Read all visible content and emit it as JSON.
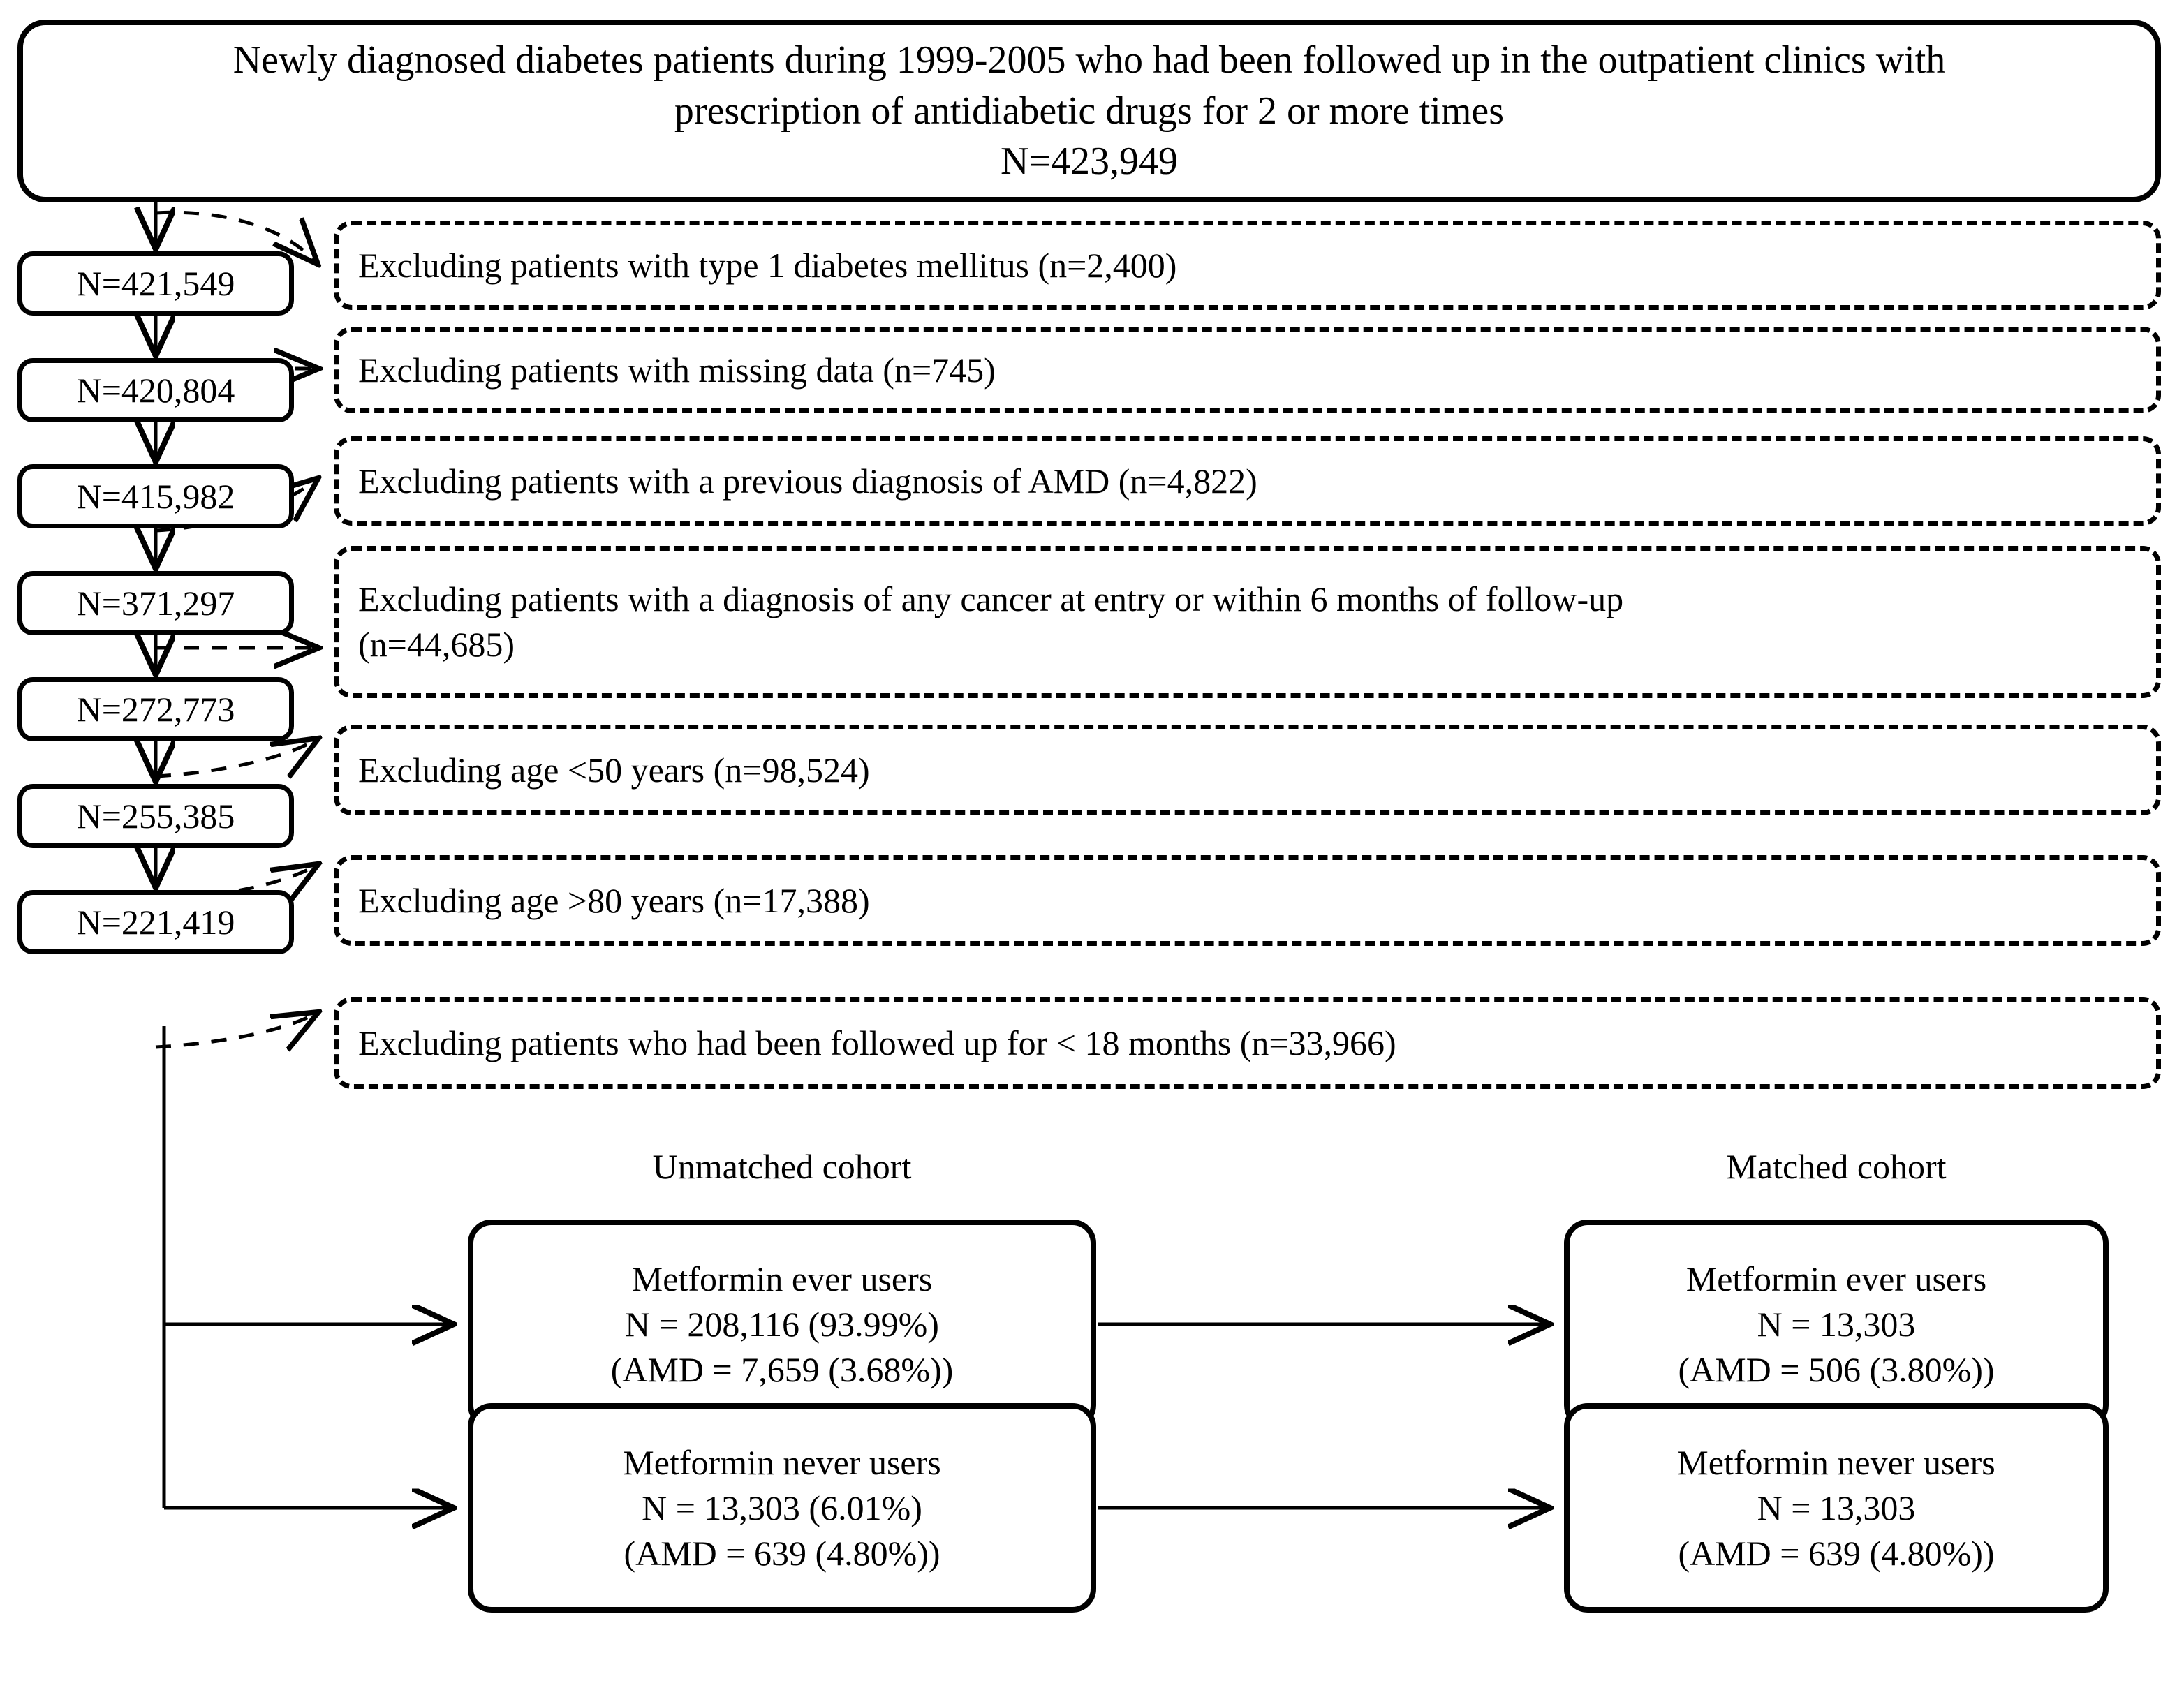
{
  "header": {
    "line1": "Newly diagnosed diabetes patients during 1999-2005  who had been followed up in the outpatient clinics with",
    "line2": "prescription of antidiabetic  drugs for 2 or more times",
    "line3": "N=423,949"
  },
  "counts": [
    {
      "label": "N=421,549"
    },
    {
      "label": "N=420,804"
    },
    {
      "label": "N=415,982"
    },
    {
      "label": "N=371,297"
    },
    {
      "label": "N=272,773"
    },
    {
      "label": "N=255,385"
    },
    {
      "label": "N=221,419"
    }
  ],
  "exclusions": [
    {
      "line1": "Excluding patients with type 1 diabetes mellitus  (n=2,400)",
      "line2": ""
    },
    {
      "line1": "Excluding patients with missing data (n=745)",
      "line2": ""
    },
    {
      "line1": "Excluding patients with a previous diagnosis of AMD (n=4,822)",
      "line2": ""
    },
    {
      "line1": "Excluding patients with a diagnosis of any cancer at entry or within  6 months of follow-up",
      "line2": "(n=44,685)"
    },
    {
      "line1": "Excluding age <50 years (n=98,524)",
      "line2": ""
    },
    {
      "line1": "Excluding age >80 years (n=17,388)",
      "line2": ""
    },
    {
      "line1": "Excluding patients who had been followed up for < 18 months (n=33,966)",
      "line2": ""
    }
  ],
  "cohorts": {
    "unmatched_label": "Unmatched cohort",
    "matched_label": "Matched cohort",
    "unmatched_ever": {
      "line1": "Metformin ever users",
      "line2": "N = 208,116 (93.99%)",
      "line3": "(AMD = 7,659 (3.68%))"
    },
    "unmatched_never": {
      "line1": "Metformin never users",
      "line2": "N = 13,303 (6.01%)",
      "line3": "(AMD = 639 (4.80%))"
    },
    "matched_ever": {
      "line1": "Metformin ever users",
      "line2": "N = 13,303",
      "line3": "(AMD = 506 (3.80%))"
    },
    "matched_never": {
      "line1": "Metformin never users",
      "line2": "N = 13,303",
      "line3": "(AMD = 639 (4.80%))"
    }
  },
  "colors": {
    "stroke": "#000000",
    "background": "#ffffff"
  }
}
